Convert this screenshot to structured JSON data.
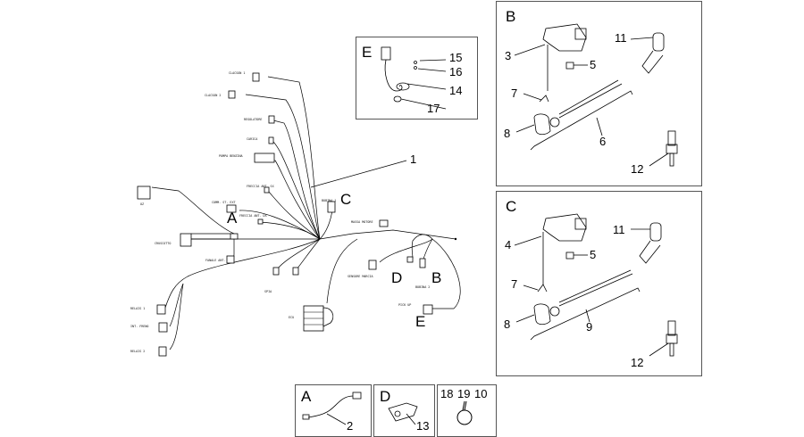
{
  "diagram": {
    "main_labels": {
      "ref_1": "1",
      "letter_A": "A",
      "letter_B": "B",
      "letter_C": "C",
      "letter_D": "D",
      "letter_E": "E"
    },
    "connector_labels": [
      {
        "key": "clacson_1",
        "text": "CLACSON 1"
      },
      {
        "key": "clacson_2",
        "text": "CLACSON 2"
      },
      {
        "key": "regolatore",
        "text": "REGOLATORE"
      },
      {
        "key": "carica",
        "text": "CARICA"
      },
      {
        "key": "pompa_benzina",
        "text": "POMPA BENZINA"
      },
      {
        "key": "freccia_ant_sx",
        "text": "FRECCIA ANT. SX"
      },
      {
        "key": "comm_st_ext",
        "text": "COMM. ST. EXT"
      },
      {
        "key": "freccia_ant_dx",
        "text": "FRECCIA ANT. DX"
      },
      {
        "key": "bobina_1",
        "text": "BOBINA 1"
      },
      {
        "key": "massa_motore",
        "text": "MASSA MOTORE"
      },
      {
        "key": "cruscotto",
        "text": "CRUSCOTTO"
      },
      {
        "key": "faro_ant",
        "text": "FANALE ANT."
      },
      {
        "key": "spia",
        "text": "SPIA"
      },
      {
        "key": "sensore_marcia",
        "text": "SENSORE MARCIA"
      },
      {
        "key": "bobina_2",
        "text": "BOBINA 2"
      },
      {
        "key": "pick_up",
        "text": "PICK UP"
      },
      {
        "key": "ecu",
        "text": "ECU"
      },
      {
        "key": "relais_1",
        "text": "RELAIS 1"
      },
      {
        "key": "int_freno",
        "text": "INT. FRENO"
      },
      {
        "key": "relais_2",
        "text": "RELAIS 2"
      },
      {
        "key": "oz",
        "text": "OZ"
      }
    ],
    "box_B": {
      "letter": "B",
      "parts": [
        "3",
        "5",
        "7",
        "8",
        "6",
        "11",
        "12"
      ]
    },
    "box_C": {
      "letter": "C",
      "parts": [
        "4",
        "5",
        "7",
        "8",
        "9",
        "11",
        "12"
      ]
    },
    "box_E": {
      "letter": "E",
      "parts": [
        "15",
        "16",
        "14",
        "17"
      ]
    },
    "box_A": {
      "letter": "A",
      "parts": [
        "2"
      ]
    },
    "box_D": {
      "letter": "D",
      "parts": [
        "13"
      ]
    },
    "box_misc": {
      "parts": [
        "18",
        "19",
        "10"
      ]
    }
  },
  "colors": {
    "line": "#000000",
    "frame": "#555555",
    "background": "#ffffff"
  }
}
